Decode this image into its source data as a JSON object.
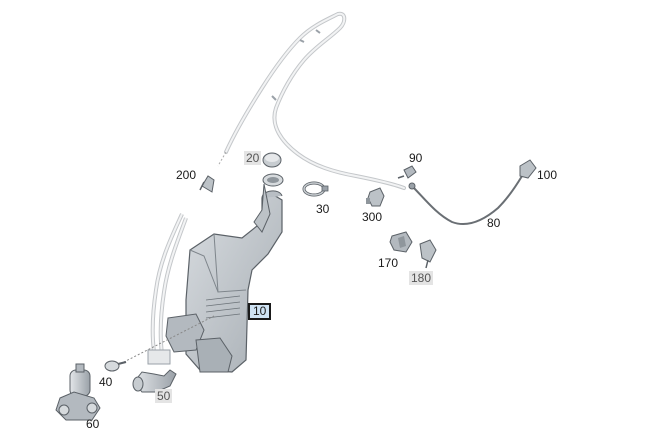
{
  "callouts": {
    "c10": "10",
    "c20": "20",
    "c30": "30",
    "c40": "40",
    "c50": "50",
    "c60": "60",
    "c80": "80",
    "c90": "90",
    "c100": "100",
    "c170": "170",
    "c180": "180",
    "c200": "200",
    "c300": "300"
  },
  "selected_callout": "10",
  "colors": {
    "part_fill": "#c9ced3",
    "part_fill_dark": "#9aa1a8",
    "part_stroke": "#5b6167",
    "hose": "#d8dadc",
    "cable": "#6a6f74",
    "selected_bg": "#cfe3f4",
    "muted_bg": "#e4e4e4"
  }
}
